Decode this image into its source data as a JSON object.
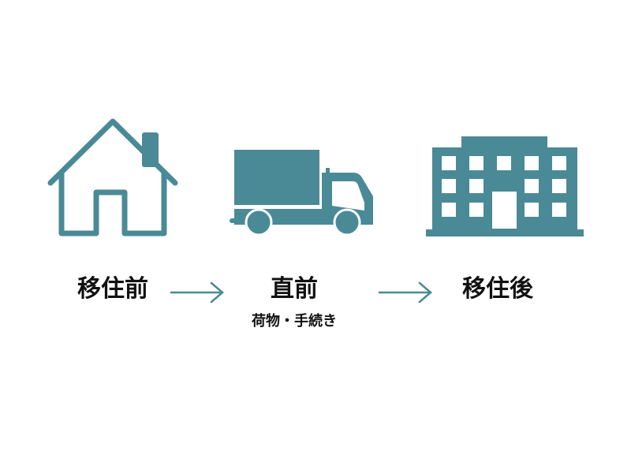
{
  "colors": {
    "accent": "#4a8a96",
    "text": "#111111",
    "background": "#ffffff"
  },
  "steps": [
    {
      "icon": "house-icon",
      "label": "移住前"
    },
    {
      "icon": "truck-icon",
      "label": "直前",
      "sublabel": "荷物・手続き"
    },
    {
      "icon": "building-icon",
      "label": "移住後"
    }
  ],
  "arrows": [
    "arrow-right-icon",
    "arrow-right-icon"
  ]
}
